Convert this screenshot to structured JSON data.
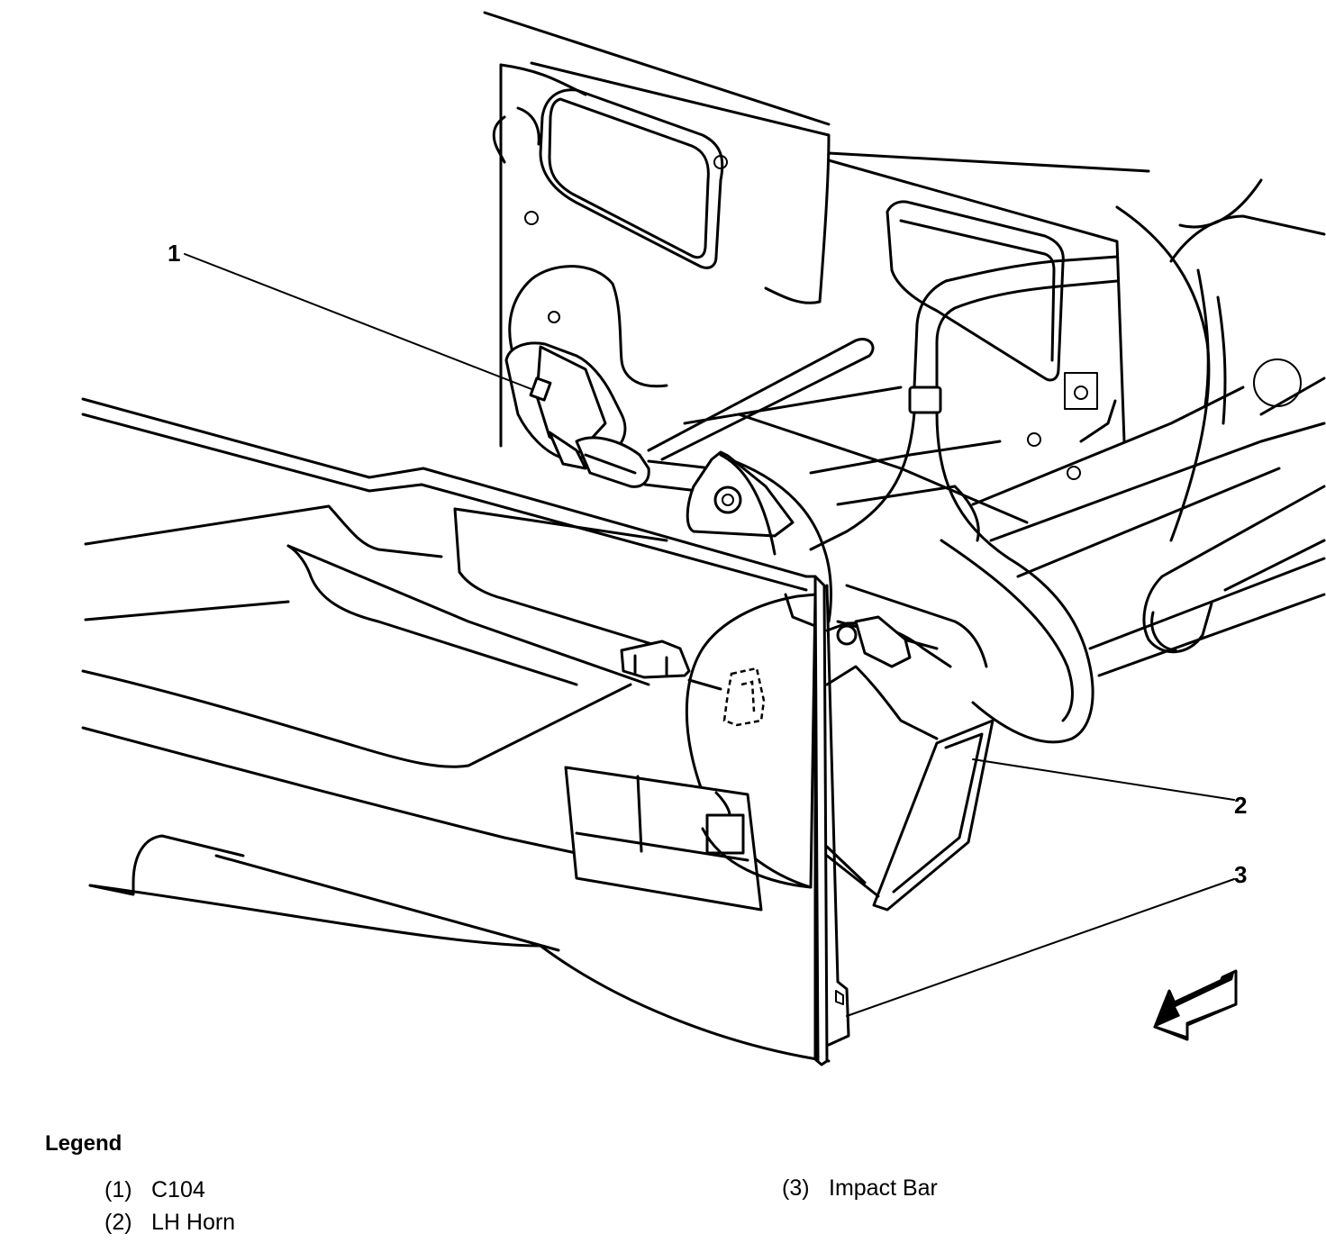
{
  "callouts": [
    {
      "number": "1",
      "label": "C104"
    },
    {
      "number": "2",
      "label": "LH Horn"
    },
    {
      "number": "3",
      "label": "Impact Bar"
    }
  ],
  "legend": {
    "title": "Legend",
    "items": [
      {
        "number": "(1)",
        "label": "C104"
      },
      {
        "number": "(2)",
        "label": "LH Horn"
      },
      {
        "number": "(3)",
        "label": "Impact Bar"
      }
    ]
  },
  "icons": [
    "forward-direction-arrow-icon"
  ]
}
